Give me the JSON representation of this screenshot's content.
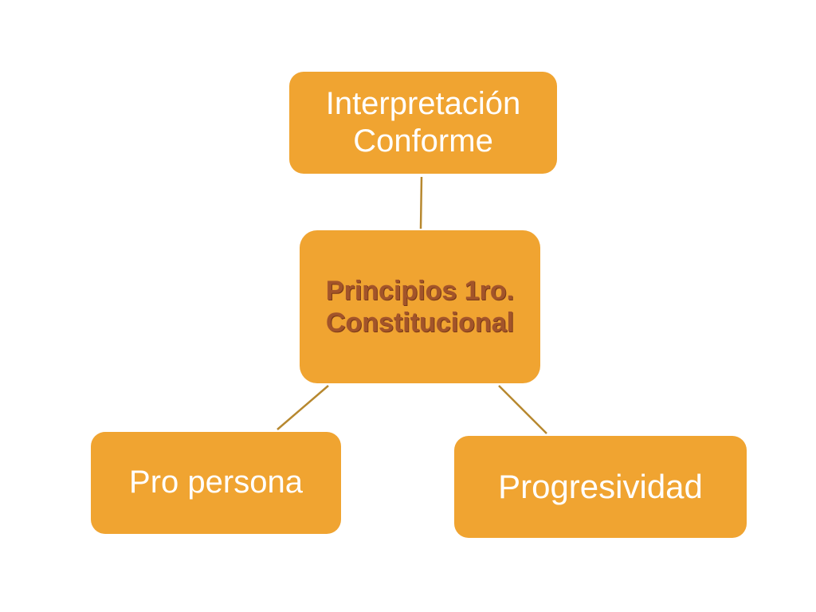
{
  "diagram": {
    "nodes": {
      "top": {
        "label_line1": "Interpretación",
        "label_line2": "Conforme"
      },
      "center": {
        "label_line1": "Principios 1ro.",
        "label_line2": "Constitucional"
      },
      "left": {
        "label": "Pro persona"
      },
      "right": {
        "label": "Progresividad"
      }
    },
    "colors": {
      "node_fill": "#F0A431",
      "node_text": "#FFFFFF",
      "center_text": "#A2542A",
      "connector": "#B7882F"
    }
  }
}
